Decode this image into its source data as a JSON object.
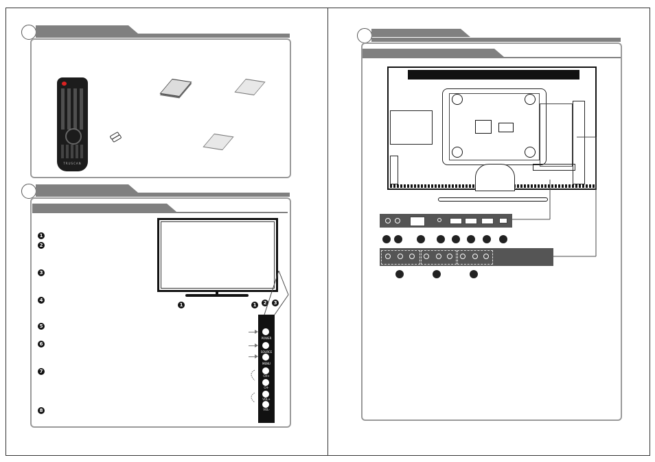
{
  "remote": {
    "brand": "TRUSCAN"
  },
  "accessories": [
    {
      "name": "remote-control"
    },
    {
      "name": "batteries"
    },
    {
      "name": "user-manual-book"
    },
    {
      "name": "warranty-sheet"
    },
    {
      "name": "quick-guide-sheet"
    }
  ],
  "side_panel": {
    "buttons": [
      "POWER",
      "SOURCE",
      "MENU",
      "CH+",
      "CH-",
      "VOL+",
      "VOL-"
    ]
  },
  "front_callouts": [
    "1",
    "2",
    "3",
    "4",
    "5",
    "6",
    "7",
    "8"
  ],
  "tv_callouts": [
    "1",
    "2",
    "3"
  ],
  "colors": {
    "section_bar": "#808080",
    "frame": "#999999",
    "marker": "#222222"
  }
}
